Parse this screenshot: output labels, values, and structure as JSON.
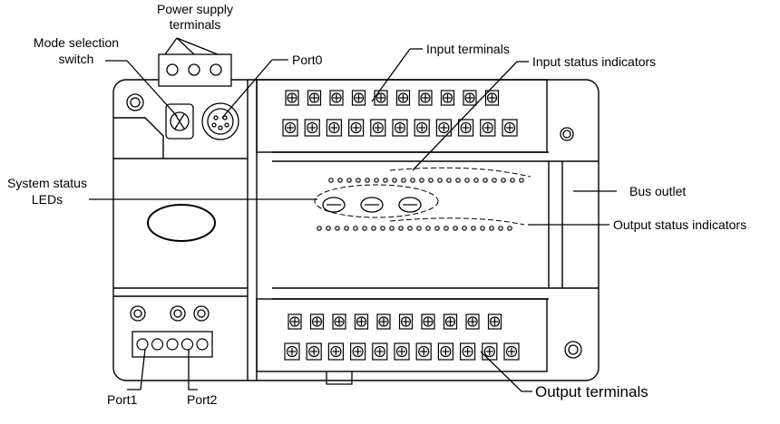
{
  "labels": {
    "power_supply_line1": "Power supply",
    "power_supply_line2": "terminals",
    "mode_selection_line1": "Mode selection",
    "mode_selection_line2": "switch",
    "port0": "Port0",
    "input_terminals": "Input terminals",
    "input_status_indicators": "Input status indicators",
    "system_status_line1": "System status",
    "system_status_line2": "LEDs",
    "bus_outlet": "Bus outlet",
    "output_status_indicators": "Output status indicators",
    "port1": "Port1",
    "port2": "Port2",
    "output_terminals": "Output terminals"
  },
  "counts": {
    "power_supply_screws": 3,
    "input_top_row": 10,
    "input_bottom_row": 11,
    "input_leds": 22,
    "output_leds": 22,
    "system_leds": 3,
    "output_top_row": 10,
    "output_bottom_row": 11,
    "port1_2_pins": 5
  },
  "colors": {
    "line": "#000000",
    "fill": "#ffffff"
  }
}
